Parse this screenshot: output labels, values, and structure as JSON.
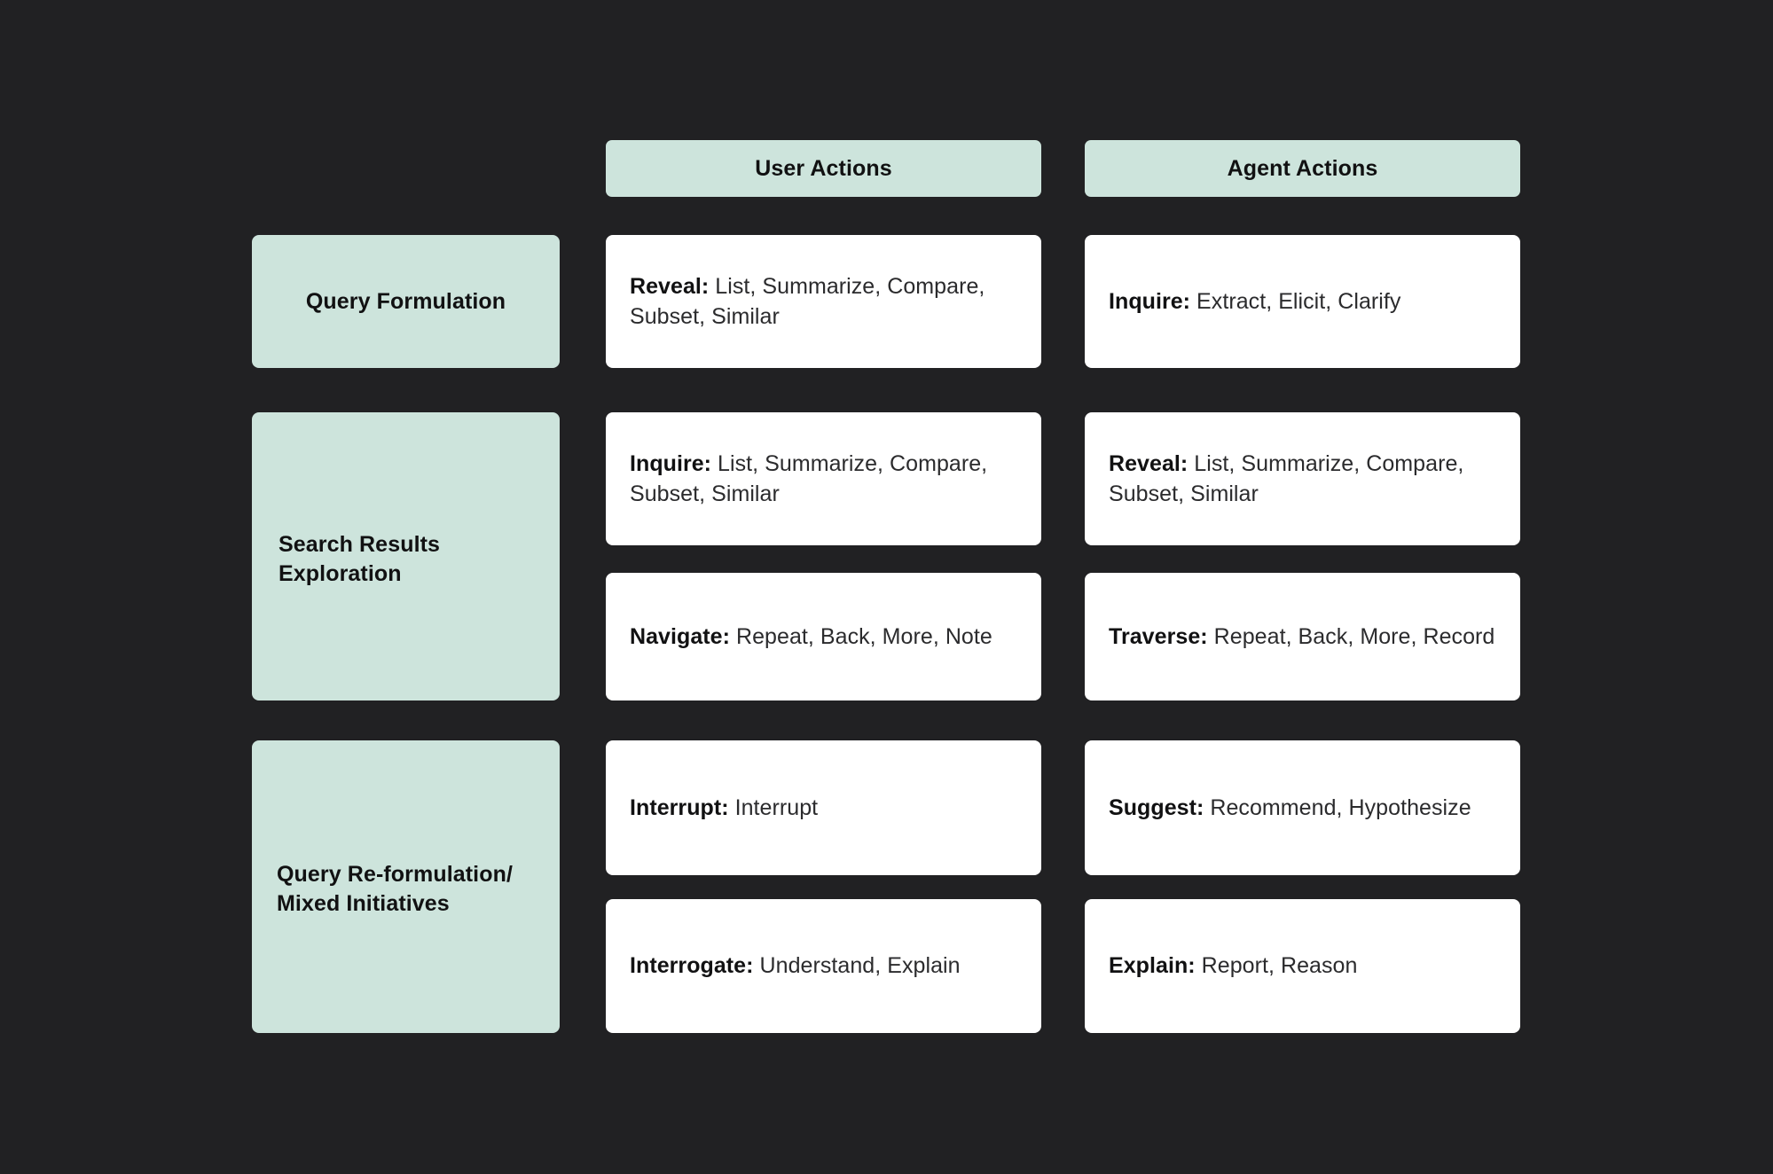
{
  "theme": {
    "background": "#212123",
    "accent_mint": "#cde4dc",
    "card_white": "#ffffff",
    "text_dark": "#111112",
    "text_body": "#2b2b2d"
  },
  "columns": [
    {
      "id": "user-actions",
      "label": "User Actions"
    },
    {
      "id": "agent-actions",
      "label": "Agent Actions"
    }
  ],
  "rows": [
    {
      "id": "query-formulation",
      "label": "Query Formulation",
      "user_cards": [
        {
          "lead": "Reveal:",
          "items": " List, Summarize, Compare, Subset, Similar"
        }
      ],
      "agent_cards": [
        {
          "lead": "Inquire:",
          "items": " Extract, Elicit, Clarify"
        }
      ]
    },
    {
      "id": "search-results-exploration",
      "label": "Search Results Exploration",
      "user_cards": [
        {
          "lead": "Inquire:",
          "items": " List, Summarize, Compare, Subset, Similar"
        },
        {
          "lead": "Navigate:",
          "items": " Repeat, Back, More, Note"
        }
      ],
      "agent_cards": [
        {
          "lead": "Reveal:",
          "items": " List, Summarize, Compare, Subset, Similar"
        },
        {
          "lead": "Traverse:",
          "items": " Repeat, Back, More, Record"
        }
      ]
    },
    {
      "id": "query-reformulation-mixed-initiatives",
      "label": "Query Re-formulation/ Mixed Initiatives",
      "user_cards": [
        {
          "lead": "Interrupt:",
          "items": " Interrupt"
        },
        {
          "lead": "Interrogate:",
          "items": " Understand, Explain"
        }
      ],
      "agent_cards": [
        {
          "lead": "Suggest:",
          "items": " Recommend, Hypothesize"
        },
        {
          "lead": "Explain:",
          "items": " Report, Reason"
        }
      ]
    }
  ]
}
